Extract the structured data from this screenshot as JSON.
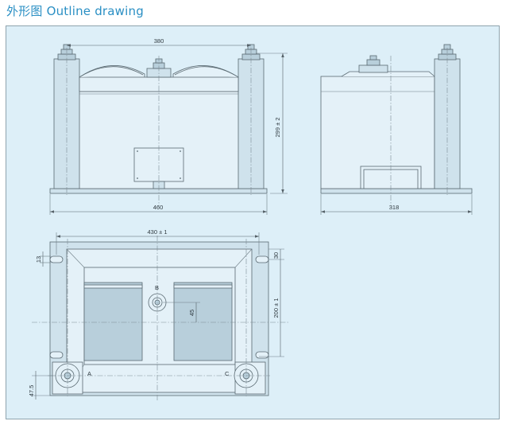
{
  "title": "外形图  Outline drawing",
  "dimensions": {
    "front_width_top": "380",
    "front_height": "299 ± 2",
    "front_base_width": "460",
    "side_base_width": "318",
    "top_width": "430 ± 1",
    "top_slot": "13",
    "top_offset": "30",
    "top_height": "200 ± 1",
    "top_terminal_offset": "45",
    "top_bottom_offset": "47.5"
  },
  "labels": {
    "terminal_a": "A",
    "terminal_b": "B",
    "terminal_c": "C"
  }
}
